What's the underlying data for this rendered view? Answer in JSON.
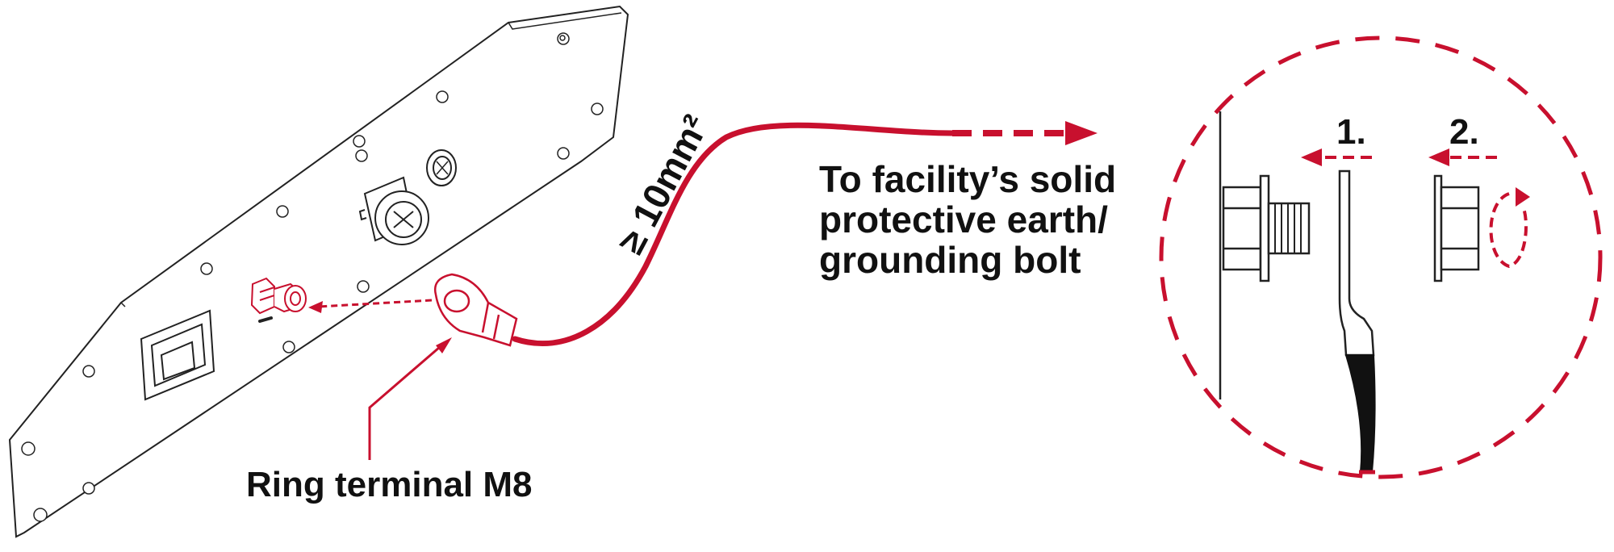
{
  "labels": {
    "ring_terminal": "Ring terminal M8",
    "cable_size": "≥ 10mm²",
    "destination_line1": "To facility’s solid",
    "destination_line2": "protective earth/",
    "destination_line3": "grounding bolt",
    "step1": "1.",
    "step2": "2."
  },
  "colors": {
    "accent": "#c8102e",
    "line": "#222222",
    "background": "#ffffff"
  }
}
